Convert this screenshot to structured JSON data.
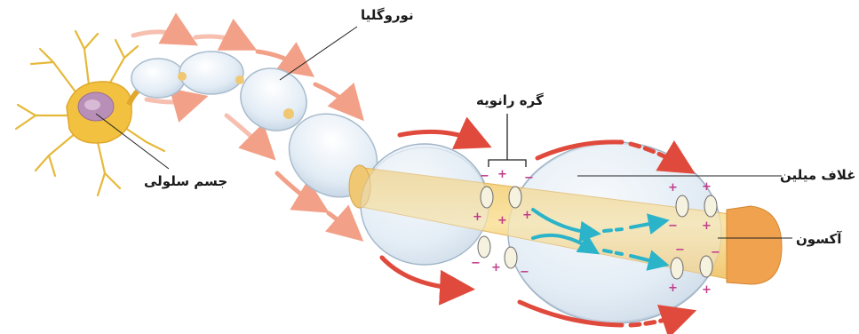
{
  "labels": {
    "neuroglia": "نوروگلیا",
    "node_of_ranvier": "گره رانویه",
    "myelin_sheath": "غلاف میلین",
    "cell_body": "جسم سلولی",
    "axon": "آکسون"
  },
  "colors": {
    "axon_fill": "#f7dc93",
    "axon_tip": "#f0a24e",
    "myelin_fill": "#e4eef6",
    "myelin_stroke": "#9fb3c6",
    "cell_body": "#f2c13f",
    "dendrites": "#e6b93b",
    "nucleus": "#a97ea9",
    "signal_arrow_red": "#e04a3c",
    "signal_arrow_pink": "#f2a088",
    "current_arrow_blue": "#2bb3c9",
    "charge_marker": "#c03a8a"
  }
}
